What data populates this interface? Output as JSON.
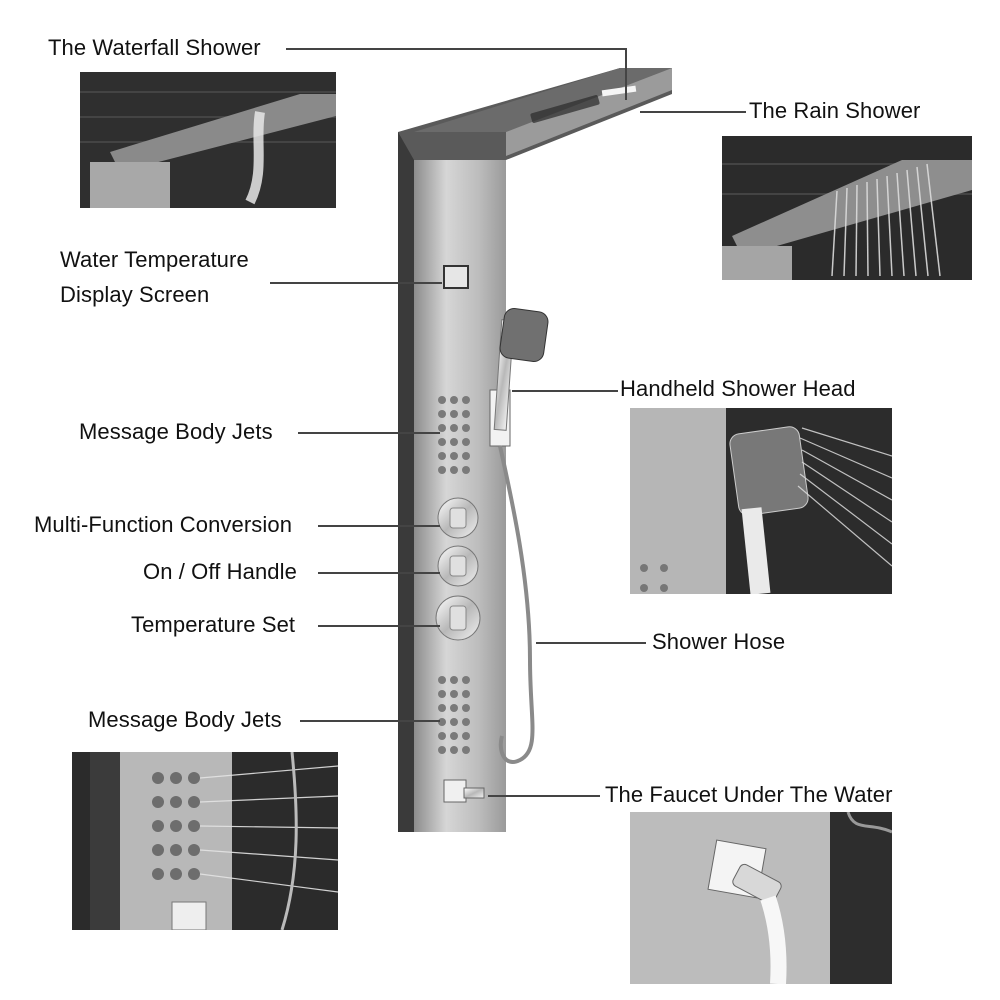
{
  "labels": {
    "waterfall": "The Waterfall Shower",
    "rain": "The Rain Shower",
    "temp_display_line1": "Water Temperature",
    "temp_display_line2": "Display Screen",
    "handheld": "Handheld Shower Head",
    "jets_upper": "Message Body Jets",
    "multifunction": "Multi-Function Conversion",
    "onoff": "On / Off Handle",
    "temp_set": "Temperature Set",
    "hose": "Shower Hose",
    "jets_lower": "Message Body Jets",
    "faucet": "The Faucet Under The Water"
  },
  "colors": {
    "steel_light": "#c9c9c9",
    "steel_dark": "#3f3f3f",
    "chrome": "#e8e8e8",
    "tile": "#2e2e2e",
    "leader": "#444444"
  }
}
